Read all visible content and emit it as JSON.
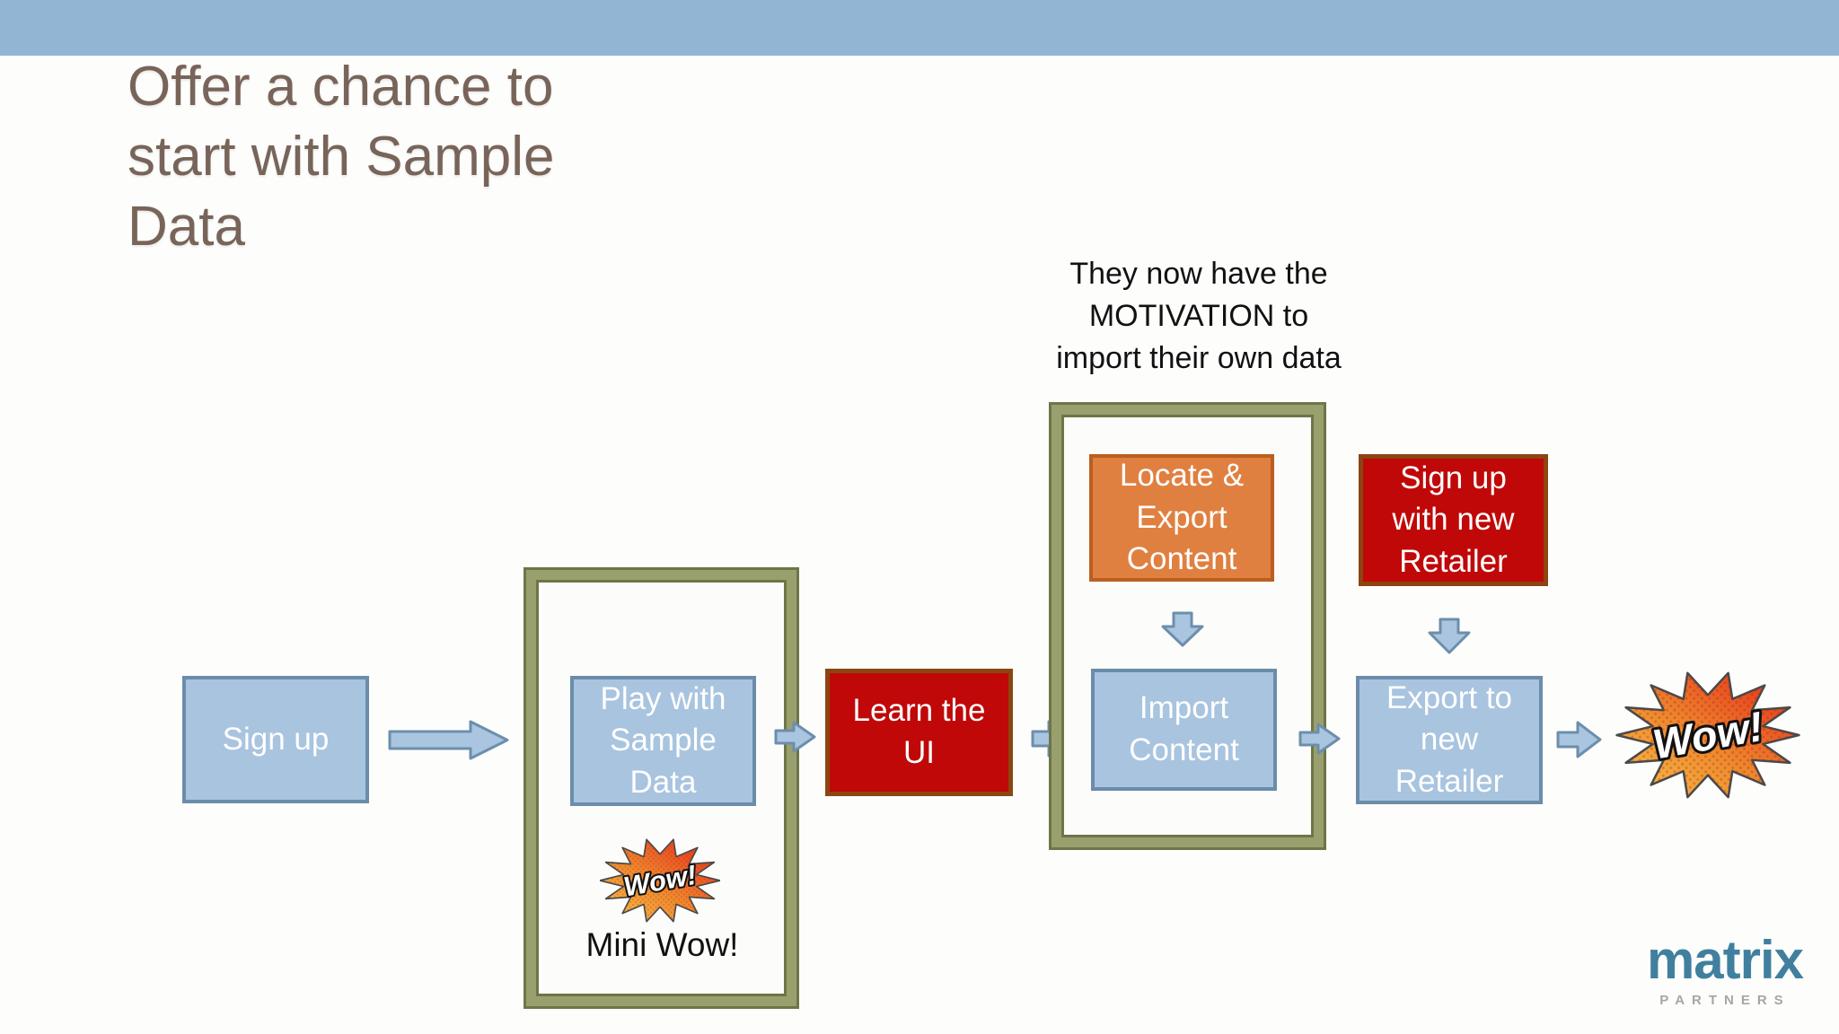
{
  "slide": {
    "title": "Offer a chance to\nstart with Sample\nData",
    "annotation": "They now have the\nMOTIVATION to\nimport their own data"
  },
  "nodes": {
    "sign_up": "Sign up",
    "play_sample": "Play with\nSample\nData",
    "learn_ui": "Learn the\nUI",
    "locate_export": "Locate &\nExport\nContent",
    "import_content": "Import\nContent",
    "signup_retailer": "Sign up\nwith new\nRetailer",
    "export_retailer": "Export to\nnew\nRetailer"
  },
  "wow": {
    "label": "Wow!",
    "mini_caption": "Mini Wow!"
  },
  "logo": {
    "name": "matrix",
    "tagline": "PARTNERS"
  },
  "colors": {
    "top_bar": "#92b5d4",
    "title_text": "#786459",
    "box_blue_fill": "#a9c4df",
    "box_blue_border": "#6b8cab",
    "box_red_fill": "#c00808",
    "box_red_border": "#8c4512",
    "box_orange_fill": "#e08040",
    "box_orange_border": "#ba5f1f",
    "frame_olive": "#99a06e",
    "star_red": "#e42417",
    "star_gold": "#f6c64b",
    "logo_teal": "#40809e"
  }
}
